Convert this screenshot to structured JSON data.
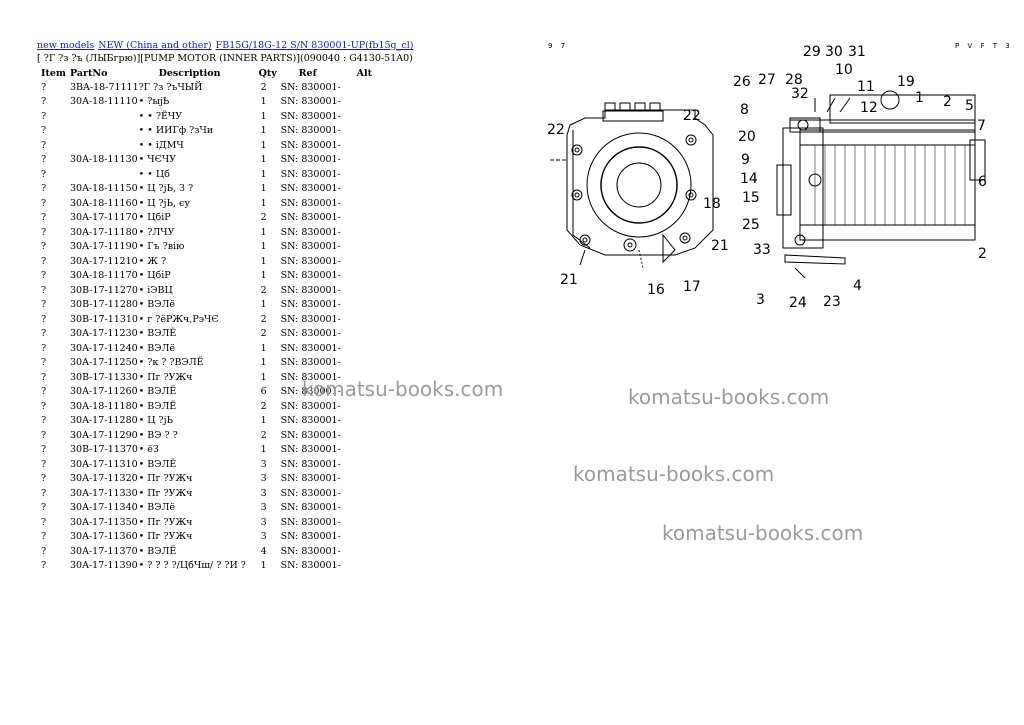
{
  "breadcrumb": [
    {
      "label": "new models"
    },
    {
      "label": "NEW (China and other)"
    },
    {
      "label": "FB15G/18G-12 S/N 830001-UP(fb15g_cl)"
    }
  ],
  "subtitle": "[ ?Г ?з ?ъ (ЛЫБгрю)][PUMP MOTOR (INNER PARTS)](090040 : G4130-51A0)",
  "columns": {
    "item": "Item",
    "part": "PartNo",
    "desc": "Description",
    "qty": "Qty",
    "ref": "Ref",
    "alt": "Alt"
  },
  "rows": [
    {
      "item": "?",
      "part": "3BA-18-71111",
      "desc": "?Г ?з ?ъЧЫЙ",
      "qty": "2",
      "ref": "SN: 830001-"
    },
    {
      "item": "?",
      "part": "30A-18-11110",
      "desc": "• ?ыјЬ",
      "qty": "1",
      "ref": "SN: 830001-"
    },
    {
      "item": "?",
      "part": "",
      "desc": "• • ?ЁЧУ",
      "qty": "1",
      "ref": "SN: 830001-"
    },
    {
      "item": "?",
      "part": "",
      "desc": "• • ИИГф ?зЧи",
      "qty": "1",
      "ref": "SN: 830001-"
    },
    {
      "item": "?",
      "part": "",
      "desc": "• • іДМЧ",
      "qty": "1",
      "ref": "SN: 830001-"
    },
    {
      "item": "?",
      "part": "30A-18-11130",
      "desc": "• ЧЄЧУ",
      "qty": "1",
      "ref": "SN: 830001-"
    },
    {
      "item": "?",
      "part": "",
      "desc": "• • Цб",
      "qty": "1",
      "ref": "SN: 830001-"
    },
    {
      "item": "?",
      "part": "30A-18-11150",
      "desc": "• Ц ?јЬ, З ?",
      "qty": "1",
      "ref": "SN: 830001-"
    },
    {
      "item": "?",
      "part": "30A-18-11160",
      "desc": "• Ц ?јЬ, єу",
      "qty": "1",
      "ref": "SN: 830001-"
    },
    {
      "item": "?",
      "part": "30A-17-11170",
      "desc": "• ЦбіР",
      "qty": "2",
      "ref": "SN: 830001-"
    },
    {
      "item": "?",
      "part": "30A-17-11180",
      "desc": "• ?ЛЧУ",
      "qty": "1",
      "ref": "SN: 830001-"
    },
    {
      "item": "?",
      "part": "30A-17-11190",
      "desc": "• Гъ ?вію",
      "qty": "1",
      "ref": "SN: 830001-"
    },
    {
      "item": "?",
      "part": "30A-17-11210",
      "desc": "• Ж ?",
      "qty": "1",
      "ref": "SN: 830001-"
    },
    {
      "item": "?",
      "part": "30A-18-11170",
      "desc": "• ЦбіР",
      "qty": "1",
      "ref": "SN: 830001-"
    },
    {
      "item": "?",
      "part": "30B-17-11270",
      "desc": "• іЭВЦ",
      "qty": "2",
      "ref": "SN: 830001-"
    },
    {
      "item": "?",
      "part": "30B-17-11280",
      "desc": "• ВЭЛё",
      "qty": "1",
      "ref": "SN: 830001-"
    },
    {
      "item": "?",
      "part": "30B-17-11310",
      "desc": "• г ?ёРЖч,РэЧЄ",
      "qty": "2",
      "ref": "SN: 830001-"
    },
    {
      "item": "?",
      "part": "30A-17-11230",
      "desc": "• ВЭЛЁ",
      "qty": "2",
      "ref": "SN: 830001-"
    },
    {
      "item": "?",
      "part": "30A-17-11240",
      "desc": "• ВЭЛё",
      "qty": "1",
      "ref": "SN: 830001-"
    },
    {
      "item": "?",
      "part": "30A-17-11250",
      "desc": "• ?к ? ?ВЭЛЁ",
      "qty": "1",
      "ref": "SN: 830001-"
    },
    {
      "item": "?",
      "part": "30B-17-11330",
      "desc": "• Пг ?УЖч",
      "qty": "1",
      "ref": "SN: 830001-"
    },
    {
      "item": "?",
      "part": "30A-17-11260",
      "desc": "• ВЭЛЁ",
      "qty": "6",
      "ref": "SN: 830001-"
    },
    {
      "item": "?",
      "part": "30A-18-11180",
      "desc": "• ВЭЛЁ",
      "qty": "2",
      "ref": "SN: 830001-"
    },
    {
      "item": "?",
      "part": "30A-17-11280",
      "desc": "• Ц ?јЬ",
      "qty": "1",
      "ref": "SN: 830001-"
    },
    {
      "item": "?",
      "part": "30A-17-11290",
      "desc": "• ВЭ ? ?",
      "qty": "2",
      "ref": "SN: 830001-"
    },
    {
      "item": "?",
      "part": "30B-17-11370",
      "desc": "• ёЗ",
      "qty": "1",
      "ref": "SN: 830001-"
    },
    {
      "item": "?",
      "part": "30A-17-11310",
      "desc": "• ВЭЛЁ",
      "qty": "3",
      "ref": "SN: 830001-"
    },
    {
      "item": "?",
      "part": "30A-17-11320",
      "desc": "• Пг ?УЖч",
      "qty": "3",
      "ref": "SN: 830001-"
    },
    {
      "item": "?",
      "part": "30A-17-11330",
      "desc": "• Пг ?УЖч",
      "qty": "3",
      "ref": "SN: 830001-"
    },
    {
      "item": "?",
      "part": "30A-17-11340",
      "desc": "• ВЭЛё",
      "qty": "3",
      "ref": "SN: 830001-"
    },
    {
      "item": "?",
      "part": "30A-17-11350",
      "desc": "• Пг ?УЖч",
      "qty": "3",
      "ref": "SN: 830001-"
    },
    {
      "item": "?",
      "part": "30A-17-11360",
      "desc": "• Пг ?УЖч",
      "qty": "3",
      "ref": "SN: 830001-"
    },
    {
      "item": "?",
      "part": "30A-17-11370",
      "desc": "• ВЭЛЁ",
      "qty": "4",
      "ref": "SN: 830001-"
    },
    {
      "item": "?",
      "part": "30A-17-11390",
      "desc": "• ? ? ? ?/ЦбЧш/ ? ?И ?",
      "qty": "1",
      "ref": "SN: 830001-"
    }
  ],
  "watermark": "komatsu-books.com",
  "page_marks": {
    "left": "9 7",
    "right": "P V F T 3"
  },
  "callouts": [
    "29",
    "30",
    "31",
    "10",
    "19",
    "26",
    "27",
    "28",
    "32",
    "11",
    "1",
    "2",
    "5",
    "8",
    "12",
    "7",
    "22",
    "22",
    "20",
    "9",
    "14",
    "15",
    "18",
    "25",
    "33",
    "21",
    "21",
    "16",
    "17",
    "3",
    "24",
    "23",
    "4",
    "6",
    "2"
  ]
}
